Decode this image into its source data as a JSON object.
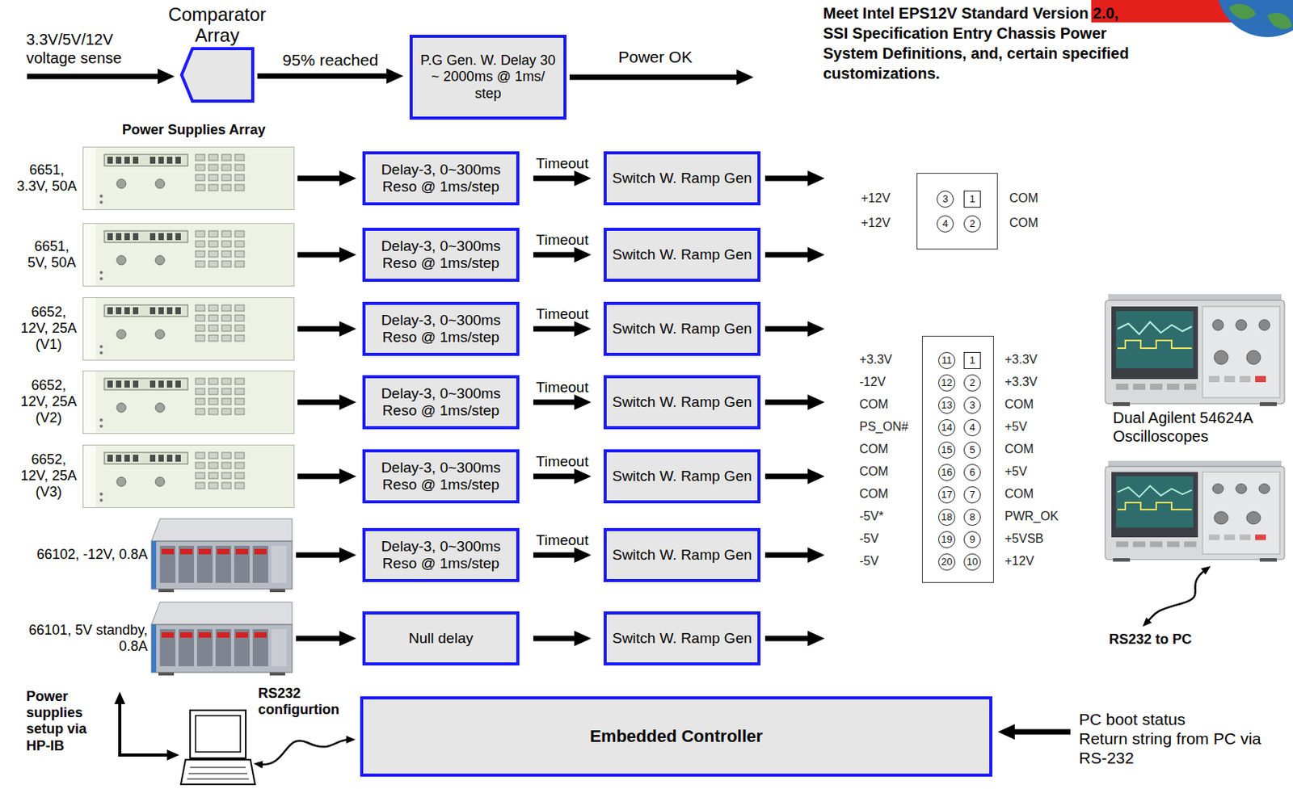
{
  "diagram": {
    "nodes": [
      {
        "text": [
          "Comparator Array"
        ]
      },
      {
        "text": [
          "P.G Gen. W. Delay 30 ~ 2000ms @ 1ms/ step"
        ]
      },
      {
        "text": [
          "6651, 3.3V, 50A"
        ]
      },
      {
        "text": [
          "Delay-3, 0~300ms Reso @ 1ms/step"
        ]
      },
      {
        "text": [
          "Switch W. Ramp Gen"
        ]
      },
      {
        "text": [
          "6651, 5V, 50A"
        ]
      },
      {
        "text": [
          "Delay-3, 0~300ms Reso @ 1ms/step"
        ]
      },
      {
        "text": [
          "Switch W. Ramp Gen"
        ]
      },
      {
        "text": [
          "6652, 12V, 25A (V1)"
        ]
      },
      {
        "text": [
          "Delay-3, 0~300ms Reso @ 1ms/step"
        ]
      },
      {
        "text": [
          "Switch W. Ramp Gen"
        ]
      },
      {
        "text": [
          "6652, 12V, 25A (V2)"
        ]
      },
      {
        "text": [
          "Delay-3, 0~300ms Reso @ 1ms/step"
        ]
      },
      {
        "text": [
          "Switch W. Ramp Gen"
        ]
      },
      {
        "text": [
          "6652, 12V, 25A (V3)"
        ]
      },
      {
        "text": [
          "Delay-3, 0~300ms Reso @ 1ms/step"
        ]
      },
      {
        "text": [
          "Switch W. Ramp Gen"
        ]
      },
      {
        "text": [
          "66102, -12V, 0.8A"
        ]
      },
      {
        "text": [
          "Delay-3, 0~300ms Reso @ 1ms/step"
        ]
      },
      {
        "text": [
          "Switch W. Ramp Gen"
        ]
      },
      {
        "text": [
          "66101, 5V standby, 0.8A"
        ]
      },
      {
        "text": [
          "Null delay"
        ]
      },
      {
        "text": [
          "Switch W. Ramp Gen"
        ]
      },
      {
        "text": [
          "3",
          "1",
          "4",
          "2"
        ]
      },
      {
        "text": [
          "11",
          "1",
          "12",
          "2",
          "13",
          "3",
          "14",
          "4",
          "15",
          "5",
          "16",
          "6",
          "17",
          "7",
          "18",
          "8",
          "19",
          "9",
          "20",
          "10"
        ]
      },
      {
        "text": [
          "Embedded Controller"
        ]
      }
    ],
    "edges": [
      {
        "from": 0,
        "to": 1,
        "label": "95% reached",
        "arrow": "to"
      },
      {
        "from": 2,
        "to": 3,
        "arrow": "to"
      },
      {
        "from": 3,
        "to": 4,
        "label": "Timeout",
        "arrow": "to"
      },
      {
        "from": 5,
        "to": 6,
        "arrow": "to"
      },
      {
        "from": 6,
        "to": 7,
        "label": "Timeout",
        "arrow": "to"
      },
      {
        "from": 8,
        "to": 9,
        "arrow": "to"
      },
      {
        "from": 9,
        "to": 10,
        "label": "Timeout",
        "arrow": "to"
      },
      {
        "from": 11,
        "to": 12,
        "arrow": "to"
      },
      {
        "from": 12,
        "to": 13,
        "label": "Timeout",
        "arrow": "to"
      },
      {
        "from": 14,
        "to": 15,
        "arrow": "to"
      },
      {
        "from": 15,
        "to": 16,
        "label": "Timeout",
        "arrow": "to"
      },
      {
        "from": 17,
        "to": 18,
        "arrow": "to"
      },
      {
        "from": 18,
        "to": 19,
        "label": "Timeout",
        "arrow": "to"
      },
      {
        "from": 20,
        "to": 21,
        "arrow": "to"
      },
      {
        "from": 21,
        "to": 22,
        "arrow": "to"
      }
    ],
    "labels": [
      "3.3V/5V/12V voltage sense",
      "Power OK",
      "Meet Intel EPS12V Standard Version 2.0, SSI Specification Entry Chassis Power System Definitions, and, certain specified customizations.",
      "Power Supplies Array",
      "+12V",
      "+12V",
      "COM",
      "COM",
      "+3.3V",
      "-12V",
      "COM",
      "PS_ON#",
      "COM",
      "COM",
      "COM",
      "-5V*",
      "-5V",
      "-5V",
      "+3.3V",
      "+3.3V",
      "COM",
      "+5V",
      "COM",
      "+5V",
      "COM",
      "PWR_OK",
      "+5VSB",
      "+12V",
      "Dual Agilent 54624A Oscilloscopes",
      "RS232 to PC",
      "Power supplies setup via HP-IB",
      "RS232 configurtion",
      "PC boot status",
      "Return string from PC via RS-232"
    ]
  }
}
